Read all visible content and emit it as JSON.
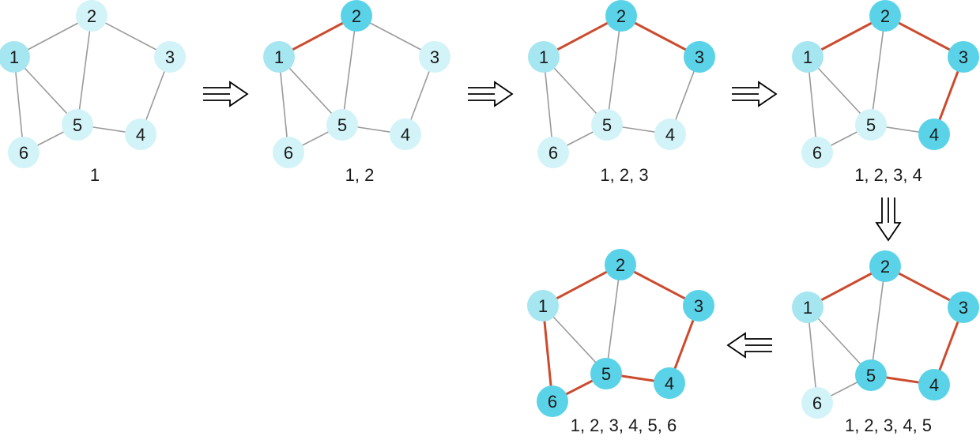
{
  "colors": {
    "visited_strong": "#5ad3e8",
    "visited_light": "#a6e6f1",
    "unvisited": "#d2f3f8",
    "path_edge": "#cc4b2e",
    "plain_edge": "#9a9a9a",
    "arrow_stroke": "#000000"
  },
  "node_labels": [
    "1",
    "2",
    "3",
    "4",
    "5",
    "6"
  ],
  "graph_edges": [
    [
      1,
      2
    ],
    [
      2,
      3
    ],
    [
      3,
      4
    ],
    [
      4,
      5
    ],
    [
      5,
      6
    ],
    [
      6,
      1
    ],
    [
      1,
      5
    ],
    [
      2,
      5
    ]
  ],
  "steps": [
    {
      "sequence_label": "1",
      "path_edges": [],
      "strong_nodes": [],
      "light_nodes": [
        1
      ]
    },
    {
      "sequence_label": "1, 2",
      "path_edges": [
        [
          1,
          2
        ]
      ],
      "strong_nodes": [
        2
      ],
      "light_nodes": [
        1
      ]
    },
    {
      "sequence_label": "1, 2, 3",
      "path_edges": [
        [
          1,
          2
        ],
        [
          2,
          3
        ]
      ],
      "strong_nodes": [
        2,
        3
      ],
      "light_nodes": [
        1
      ]
    },
    {
      "sequence_label": "1, 2, 3, 4",
      "path_edges": [
        [
          1,
          2
        ],
        [
          2,
          3
        ],
        [
          3,
          4
        ]
      ],
      "strong_nodes": [
        2,
        3,
        4
      ],
      "light_nodes": [
        1
      ]
    },
    {
      "sequence_label": "1, 2, 3, 4, 5",
      "path_edges": [
        [
          1,
          2
        ],
        [
          2,
          3
        ],
        [
          3,
          4
        ],
        [
          4,
          5
        ]
      ],
      "strong_nodes": [
        2,
        3,
        4,
        5
      ],
      "light_nodes": [
        1
      ]
    },
    {
      "sequence_label": "1, 2, 3, 4, 5, 6",
      "path_edges": [
        [
          1,
          2
        ],
        [
          2,
          3
        ],
        [
          3,
          4
        ],
        [
          4,
          5
        ],
        [
          5,
          6
        ],
        [
          6,
          1
        ]
      ],
      "strong_nodes": [
        2,
        3,
        4,
        5,
        6
      ],
      "light_nodes": [
        1
      ]
    }
  ],
  "transitions": [
    {
      "from_step": 1,
      "to_step": 2,
      "direction": "right"
    },
    {
      "from_step": 2,
      "to_step": 3,
      "direction": "right"
    },
    {
      "from_step": 3,
      "to_step": 4,
      "direction": "right"
    },
    {
      "from_step": 4,
      "to_step": 5,
      "direction": "down"
    },
    {
      "from_step": 5,
      "to_step": 6,
      "direction": "left"
    }
  ]
}
